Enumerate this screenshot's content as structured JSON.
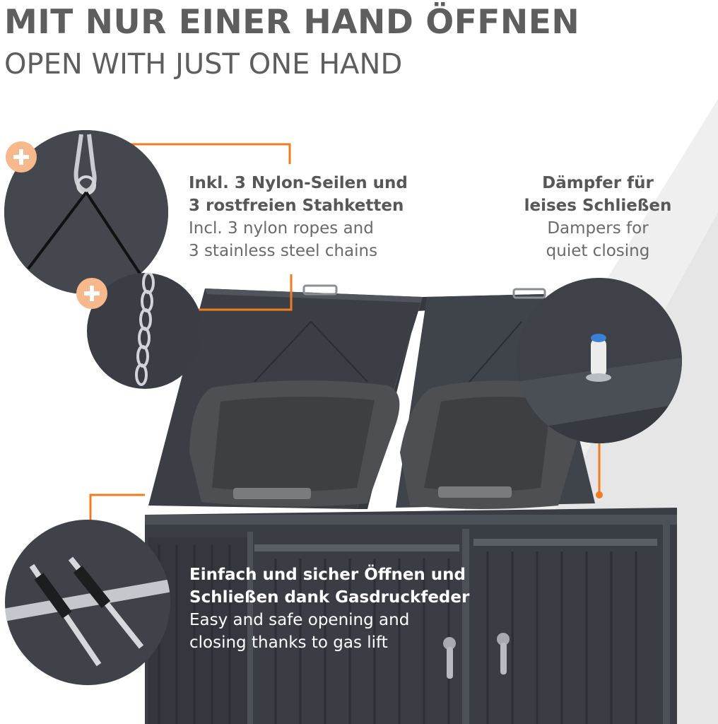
{
  "headline": "MIT NUR EINER HAND ÖFFNEN",
  "subheadline": "OPEN WITH JUST ONE HAND",
  "callouts": {
    "ropes": {
      "de_line1": "Inkl. 3 Nylon-Seilen und",
      "de_line2": "3 rostfreien Stahketten",
      "en_line1": "Incl. 3 nylon ropes and",
      "en_line2": "3 stainless steel chains"
    },
    "dampers": {
      "de_line1": "Dämpfer für",
      "de_line2": "leises Schließen",
      "en_line1": "Dampers for",
      "en_line2": "quiet closing"
    },
    "gas_lift": {
      "de_line1": "Einfach und sicher Öffnen und",
      "de_line2": "Schließen dank Gasdruckfeder",
      "en_line1": "Easy and safe opening and",
      "en_line2": "closing thanks to gas lift"
    }
  },
  "colors": {
    "accent": "#f07c1f",
    "badge": "#f7b98c",
    "text_dark": "#575757",
    "box": "#3d4147"
  },
  "icons": [
    "plus-icon",
    "plus-icon"
  ]
}
